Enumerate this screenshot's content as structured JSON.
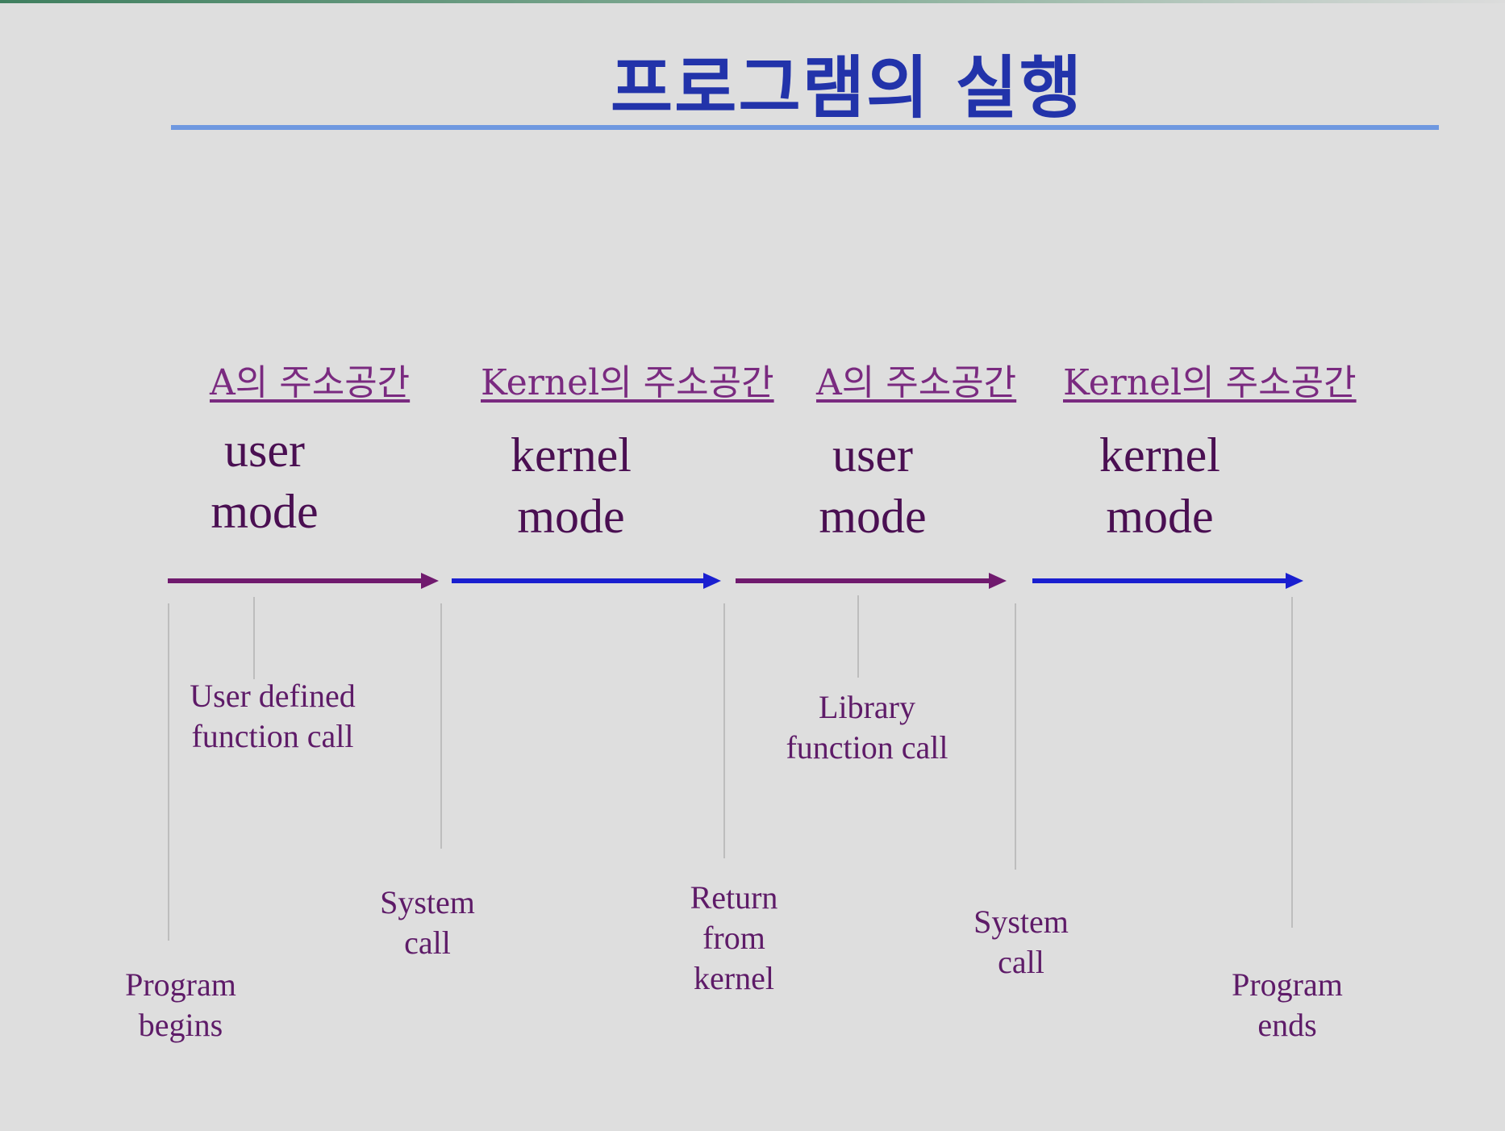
{
  "title": "프로그램의 실행",
  "segments": [
    {
      "space": "A의 주소공간",
      "mode": "user\nmode",
      "color": "#701a6e"
    },
    {
      "space": "Kernel의 주소공간",
      "mode": "kernel\nmode",
      "color": "#1a1fd0"
    },
    {
      "space": "A의 주소공간",
      "mode": "user\nmode",
      "color": "#701a6e"
    },
    {
      "space": "Kernel의 주소공간",
      "mode": "kernel\nmode",
      "color": "#1a1fd0"
    }
  ],
  "events": {
    "program_begins": "Program\nbegins",
    "user_defined_call": "User defined\nfunction call",
    "system_call_1": "System\ncall",
    "return_from_kernel": "Return\nfrom\nkernel",
    "library_call": "Library\nfunction call",
    "system_call_2": "System\ncall",
    "program_ends": "Program\nends"
  }
}
